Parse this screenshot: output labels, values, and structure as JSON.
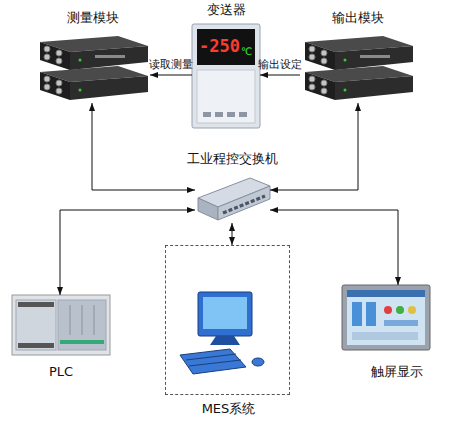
{
  "diagram": {
    "nodes": [
      {
        "text": [
          "测量模块"
        ]
      },
      {
        "text": [
          "变送器"
        ]
      },
      {
        "text": [
          "输出模块"
        ]
      },
      {
        "text": [
          "工业程控交换机"
        ]
      },
      {
        "text": [
          "PLC"
        ]
      },
      {
        "text": [
          "MES系统"
        ]
      },
      {
        "text": [
          "触屏显示"
        ]
      }
    ],
    "edges": [
      {
        "from": 1,
        "to": 0,
        "label": "读取测量",
        "arrow": "to"
      },
      {
        "from": 2,
        "to": 1,
        "label": "输出设定",
        "arrow": "to"
      },
      {
        "from": 3,
        "to": 0,
        "arrow": "both"
      },
      {
        "from": 3,
        "to": 2,
        "arrow": "both"
      },
      {
        "from": 3,
        "to": 4,
        "arrow": "both"
      },
      {
        "from": 3,
        "to": 5,
        "arrow": "both"
      },
      {
        "from": 3,
        "to": 6,
        "arrow": "both"
      }
    ],
    "labels": [
      "-250",
      "℃"
    ]
  }
}
